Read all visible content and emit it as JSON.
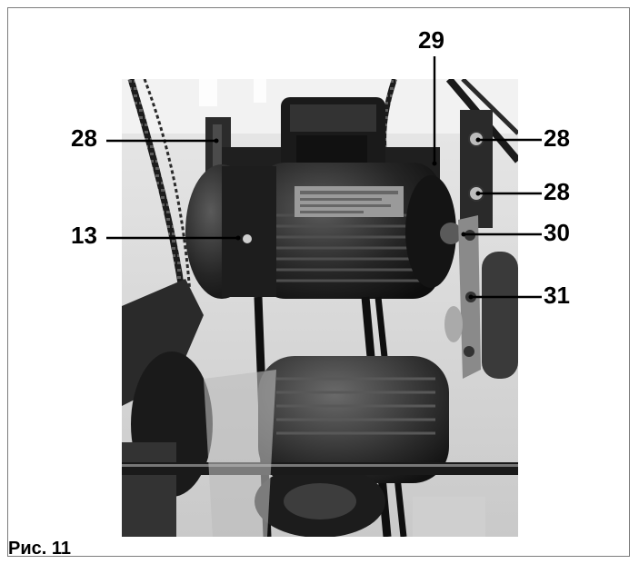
{
  "figure": {
    "caption": "Рис. 11",
    "callouts": [
      {
        "id": "c28a",
        "text": "28"
      },
      {
        "id": "c28b",
        "text": "28"
      },
      {
        "id": "c28c",
        "text": "28"
      },
      {
        "id": "c29",
        "text": "29"
      },
      {
        "id": "c13",
        "text": "13"
      },
      {
        "id": "c30",
        "text": "30"
      },
      {
        "id": "c31",
        "text": "31"
      }
    ]
  }
}
